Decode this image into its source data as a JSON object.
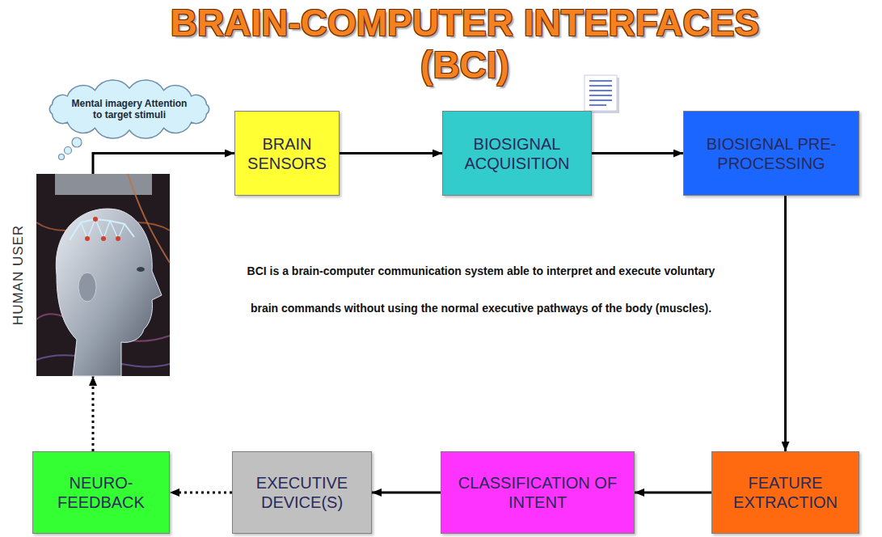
{
  "diagram": {
    "title": "BRAIN-COMPUTER INTERFACES (BCI)",
    "nodes": [
      {
        "text": [
          "Mental imagery Attention to target stimuli"
        ]
      },
      {
        "text": [
          "HUMAN USER"
        ]
      },
      {
        "text": [
          "BRAIN SENSORS"
        ]
      },
      {
        "text": [
          "BIOSIGNAL ACQUISITION"
        ]
      },
      {
        "text": [
          "BIOSIGNAL PRE- PROCESSING"
        ]
      },
      {
        "text": [
          "FEATURE EXTRACTION"
        ]
      },
      {
        "text": [
          "CLASSIFICATION OF INTENT"
        ]
      },
      {
        "text": [
          "EXECUTIVE DEVICE(S)"
        ]
      },
      {
        "text": [
          "NEURO- FEEDBACK"
        ]
      }
    ],
    "edges": [
      {
        "from": 1,
        "to": 2,
        "arrow": "to"
      },
      {
        "from": 2,
        "to": 3,
        "arrow": "to"
      },
      {
        "from": 3,
        "to": 4,
        "arrow": "to"
      },
      {
        "from": 4,
        "to": 5,
        "arrow": "to"
      },
      {
        "from": 5,
        "to": 6,
        "arrow": "to"
      },
      {
        "from": 6,
        "to": 7,
        "arrow": "to"
      },
      {
        "from": 7,
        "to": 8,
        "arrow": "to"
      },
      {
        "from": 8,
        "to": 1,
        "arrow": "to"
      }
    ],
    "labels": [
      "BCI is a brain-computer communication system able to interpret and execute voluntary brain commands without using the normal executive pathways of the body (muscles)."
    ]
  }
}
